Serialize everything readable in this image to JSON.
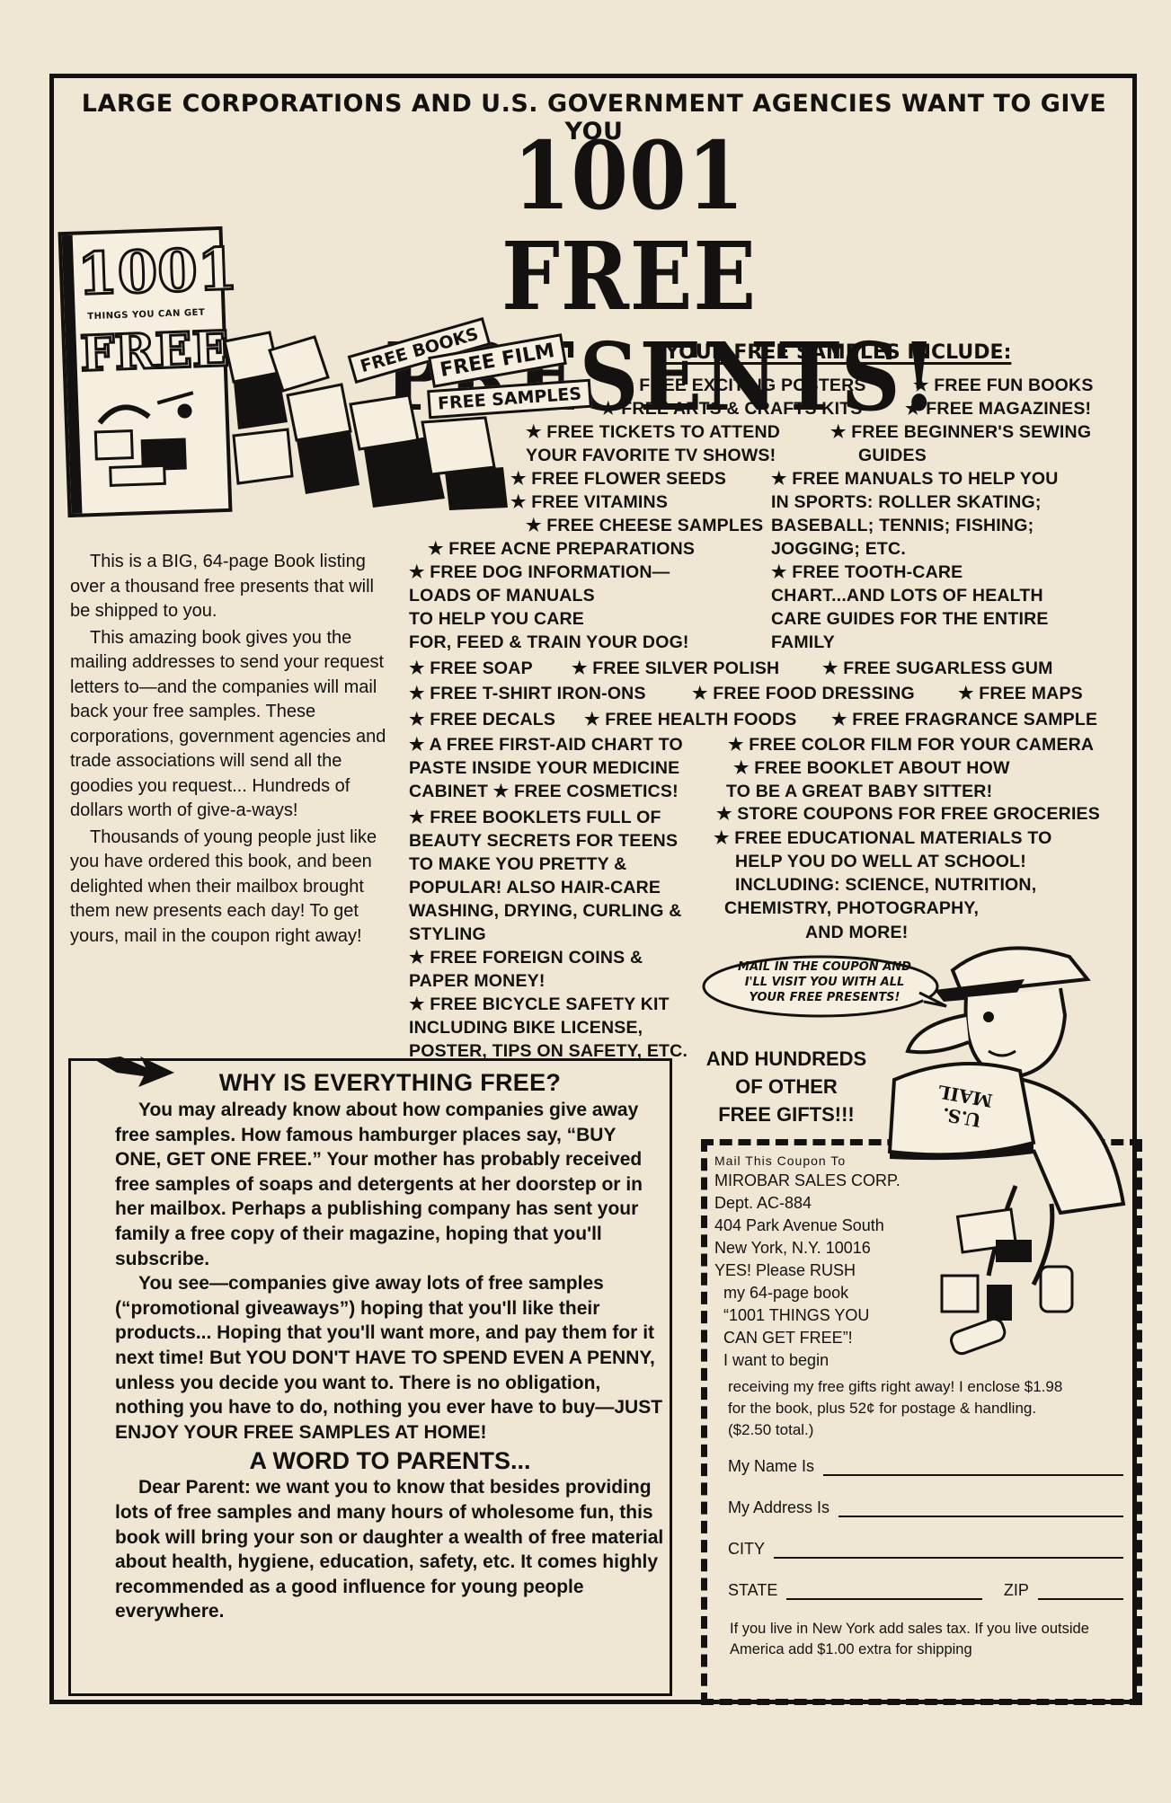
{
  "ad": {
    "top_line": "LARGE CORPORATIONS AND U.S. GOVERNMENT AGENCIES WANT TO GIVE YOU",
    "headline_line1": "1001 FREE",
    "headline_line2": "PRESENTS!"
  },
  "book": {
    "number": "1001",
    "things": "THINGS YOU CAN GET",
    "free": "FREE"
  },
  "tags": {
    "free_books": "FREE BOOKS",
    "free_film": "FREE FILM",
    "free_samples": "FREE SAMPLES"
  },
  "samples": {
    "heading": "YOUR FREE SAMPLES INCLUDE:",
    "lines": [
      "★ FREE EXCITING POSTERS",
      "★ FREE FUN BOOKS",
      "★ FREE ARTS & CRAFTS KITS",
      "★ FREE MAGAZINES!",
      "★ FREE TICKETS TO ATTEND",
      "YOUR FAVORITE TV SHOWS!",
      "★ FREE BEGINNER'S SEWING",
      "GUIDES",
      "★ FREE FLOWER SEEDS",
      "★ FREE VITAMINS",
      "★ FREE CHEESE SAMPLES",
      "★ FREE MANUALS TO HELP YOU",
      "IN SPORTS: ROLLER SKATING;",
      "BASEBALL; TENNIS; FISHING;",
      "JOGGING; ETC.",
      "★ FREE ACNE PREPARATIONS",
      "★ FREE DOG INFORMATION—",
      "LOADS OF MANUALS",
      "TO HELP YOU CARE",
      "FOR, FEED & TRAIN YOUR DOG!",
      "★ FREE TOOTH-CARE",
      "CHART...AND LOTS OF HEALTH",
      "CARE GUIDES FOR THE ENTIRE",
      "FAMILY",
      "★ FREE SOAP",
      "★ FREE SILVER POLISH",
      "★ FREE SUGARLESS GUM",
      "★ FREE T-SHIRT IRON-ONS",
      "★ FREE FOOD DRESSING",
      "★ FREE MAPS",
      "★ FREE DECALS",
      "★ FREE HEALTH FOODS",
      "★ FREE FRAGRANCE SAMPLE",
      "★ A FREE FIRST-AID CHART TO",
      "PASTE INSIDE YOUR MEDICINE",
      "CABINET  ★ FREE COSMETICS!",
      "★ FREE COLOR FILM FOR YOUR CAMERA",
      "★ FREE BOOKLET ABOUT HOW",
      "TO BE A GREAT BABY SITTER!",
      "★ FREE BOOKLETS FULL OF",
      "BEAUTY SECRETS FOR TEENS",
      "TO MAKE YOU PRETTY &",
      "POPULAR! ALSO HAIR-CARE",
      "WASHING, DRYING, CURLING &",
      "STYLING",
      "★ STORE COUPONS FOR FREE GROCERIES",
      "★ FREE EDUCATIONAL MATERIALS TO",
      "HELP YOU DO WELL AT SCHOOL!",
      "INCLUDING: SCIENCE, NUTRITION,",
      "CHEMISTRY, PHOTOGRAPHY,",
      "AND MORE!",
      "★ FREE FOREIGN COINS &",
      "PAPER MONEY!",
      "★ FREE BICYCLE SAFETY KIT",
      "INCLUDING BIKE LICENSE,",
      "POSTER, TIPS ON SAFETY, ETC."
    ]
  },
  "intro": {
    "p1": "This is a BIG, 64-page Book listing over a thousand free presents that will be shipped to you.",
    "p2": "This amazing book gives you the mailing addresses to send your request letters to—and the companies will mail back your free samples. These corporations, government agencies and trade associations will send all the goodies you request... Hundreds of dollars worth of give-a-ways!",
    "p3": "Thousands of young people just like you have ordered this book, and been delighted when their mailbox brought them new presents each day! To get yours, mail in the coupon right away!"
  },
  "why": {
    "title": "WHY IS EVERYTHING FREE?",
    "p1": "You may already know about how companies give away free samples. How famous hamburger places say, “BUY ONE, GET ONE FREE.” Your mother has probably received free samples of soaps and detergents at her doorstep or in her mailbox. Perhaps a publishing company has sent your family a free copy of their magazine, hoping that you'll subscribe.",
    "p2": "You see—companies give away lots of free samples (“promotional giveaways”) hoping that you'll like their products... Hoping that you'll want more, and pay them for it next time! But YOU DON'T HAVE TO SPEND EVEN A PENNY, unless you decide you want to. There is no obligation, nothing you have to do, nothing you ever have to buy—JUST ENJOY YOUR FREE SAMPLES AT HOME!",
    "parents_title": "A WORD TO PARENTS...",
    "parents_text": "Dear Parent: we want you to know that besides providing lots of free samples and many hours of wholesome fun, this book will bring your son or daughter a wealth of free material about health, hygiene, education, safety, etc. It comes highly recommended as a good influence for young people everywhere."
  },
  "bubble": {
    "line1": "MAIL IN THE COUPON AND",
    "line2": "I'LL VISIT YOU WITH ALL",
    "line3": "YOUR FREE PRESENTS!"
  },
  "mailbag": "U.S. MAIL",
  "hundreds": {
    "line1": "AND HUNDREDS",
    "line2": "OF OTHER",
    "line3": "FREE GIFTS!!!"
  },
  "coupon": {
    "mail_this": "Mail This Coupon To",
    "company": "MIROBAR SALES CORP.",
    "dept": "Dept. AC-884",
    "street": "404 Park Avenue South",
    "city": "New York, N.Y. 10016",
    "rush": "YES! Please RUSH",
    "my_book": "my 64-page book",
    "book_title1": "“1001 THINGS YOU",
    "book_title2": "CAN GET FREE”!",
    "begin": "I want to begin",
    "receiving": "receiving my free gifts right away! I enclose $1.98",
    "for_book": "for the book, plus 52¢ for postage & handling.",
    "total": "($2.50 total.)",
    "name_label": "My Name Is",
    "address_label": "My Address Is",
    "city_label": "CITY",
    "state_label": "STATE",
    "zip_label": "ZIP",
    "fine_print": "If you live in New York add sales tax. If you live outside America add $1.00 extra for shipping"
  }
}
